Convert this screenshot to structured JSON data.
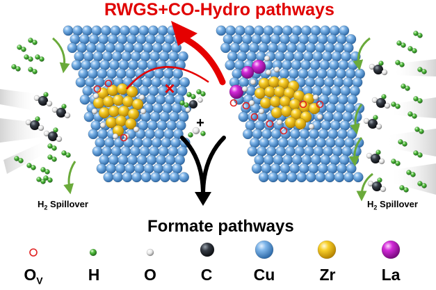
{
  "top_label": "RWGS+CO-Hydro pathways",
  "bottom_label": "Formate pathways",
  "spillover_left": {
    "main": "H",
    "sub": "2",
    "rest": " Spillover"
  },
  "spillover_right": {
    "main": "H",
    "sub": "2",
    "rest": " Spillover"
  },
  "plus_sign": "+",
  "cross_mark": "×",
  "legend": [
    {
      "key": "ov",
      "label": "O",
      "sub": "V",
      "symbol": "vacancy-ring",
      "color": "#e02020"
    },
    {
      "key": "h",
      "label": "H",
      "symbol": "small-sphere",
      "color": "#3cb030"
    },
    {
      "key": "o",
      "label": "O",
      "symbol": "small-sphere",
      "color": "#f4f4f4"
    },
    {
      "key": "c",
      "label": "C",
      "symbol": "sphere",
      "color": "#2a2f38"
    },
    {
      "key": "cu",
      "label": "Cu",
      "symbol": "sphere",
      "color": "#5b9bd5"
    },
    {
      "key": "zr",
      "label": "Zr",
      "symbol": "sphere",
      "color": "#f5c518"
    },
    {
      "key": "la",
      "label": "La",
      "symbol": "sphere",
      "color": "#c020c8"
    }
  ],
  "colors": {
    "cu": "#5b9bd5",
    "zr": "#f5c518",
    "la": "#c020c8",
    "h": "#3cb030",
    "o": "#f4f4f4",
    "c": "#2a2f38",
    "vacancy": "#e02020",
    "red_arrow": "#e50000",
    "green_arrow": "#6aaa3a"
  }
}
